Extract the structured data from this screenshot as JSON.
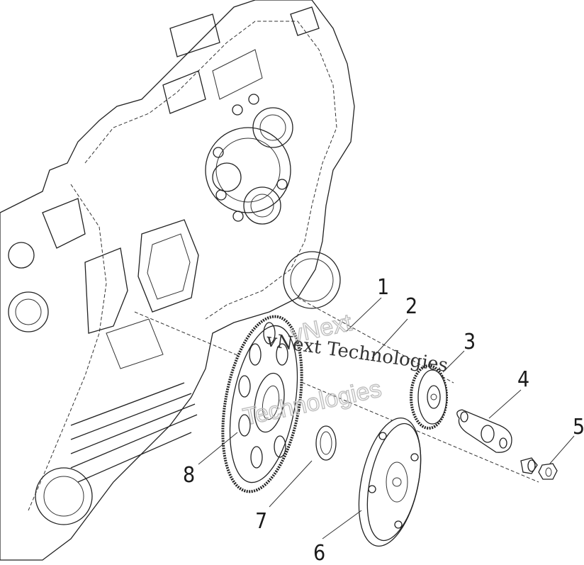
{
  "callouts": [
    {
      "label": "1"
    },
    {
      "label": "2"
    },
    {
      "label": "3"
    },
    {
      "label": "4"
    },
    {
      "label": "5"
    },
    {
      "label": "6"
    },
    {
      "label": "7"
    },
    {
      "label": "8"
    }
  ],
  "watermark": {
    "line1": "vNext",
    "line2": "Technologies",
    "overlay": "vNext Technologies"
  },
  "colors": {
    "line": "#222222",
    "background": "#ffffff",
    "watermark": "#bfbfbf"
  }
}
